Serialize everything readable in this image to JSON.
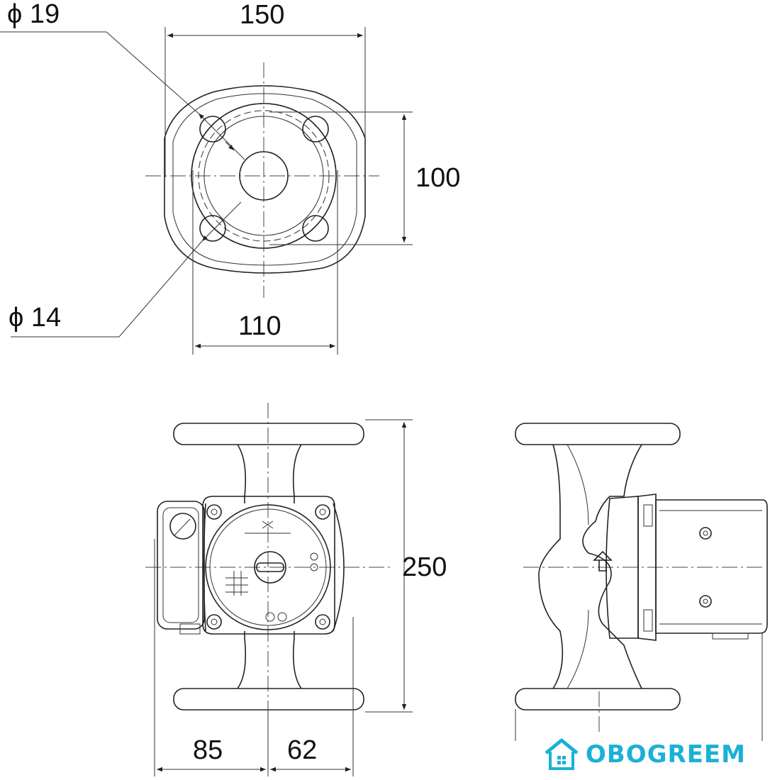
{
  "dimensions": {
    "d19": "ϕ 19",
    "d14": "ϕ 14",
    "w150": "150",
    "h100": "100",
    "w110": "110",
    "h250": "250",
    "w85": "85",
    "w62": "62"
  },
  "watermark": {
    "text": "OBOGREEM",
    "icon": "house-icon"
  },
  "colors": {
    "line": "#222222",
    "watermark": "#1bb1d6"
  }
}
